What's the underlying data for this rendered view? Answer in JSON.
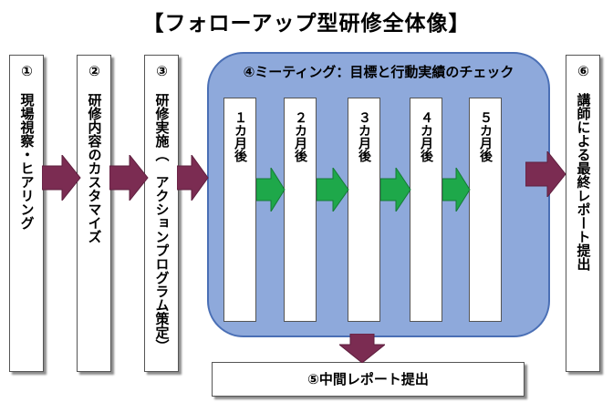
{
  "title": "【フォローアップ型研修全体像】",
  "steps": {
    "s1": "①　現場視察・ヒアリング",
    "s2": "②　研修内容のカスタマイズ",
    "s3": "③　研修実施（　アクションプログラム策定）",
    "s4": "④ミーティング：目標と行動実績のチェック",
    "s5": "⑤中間レポート提出",
    "s6": "⑥　講師による最終レポート提出"
  },
  "months": [
    "１カ月後",
    "２カ月後",
    "３カ月後",
    "４カ月後",
    "５カ月後"
  ],
  "colors": {
    "panel": "#8ea9db",
    "purple_arrow": "#7b2c52",
    "green_arrow": "#1ea84a"
  }
}
